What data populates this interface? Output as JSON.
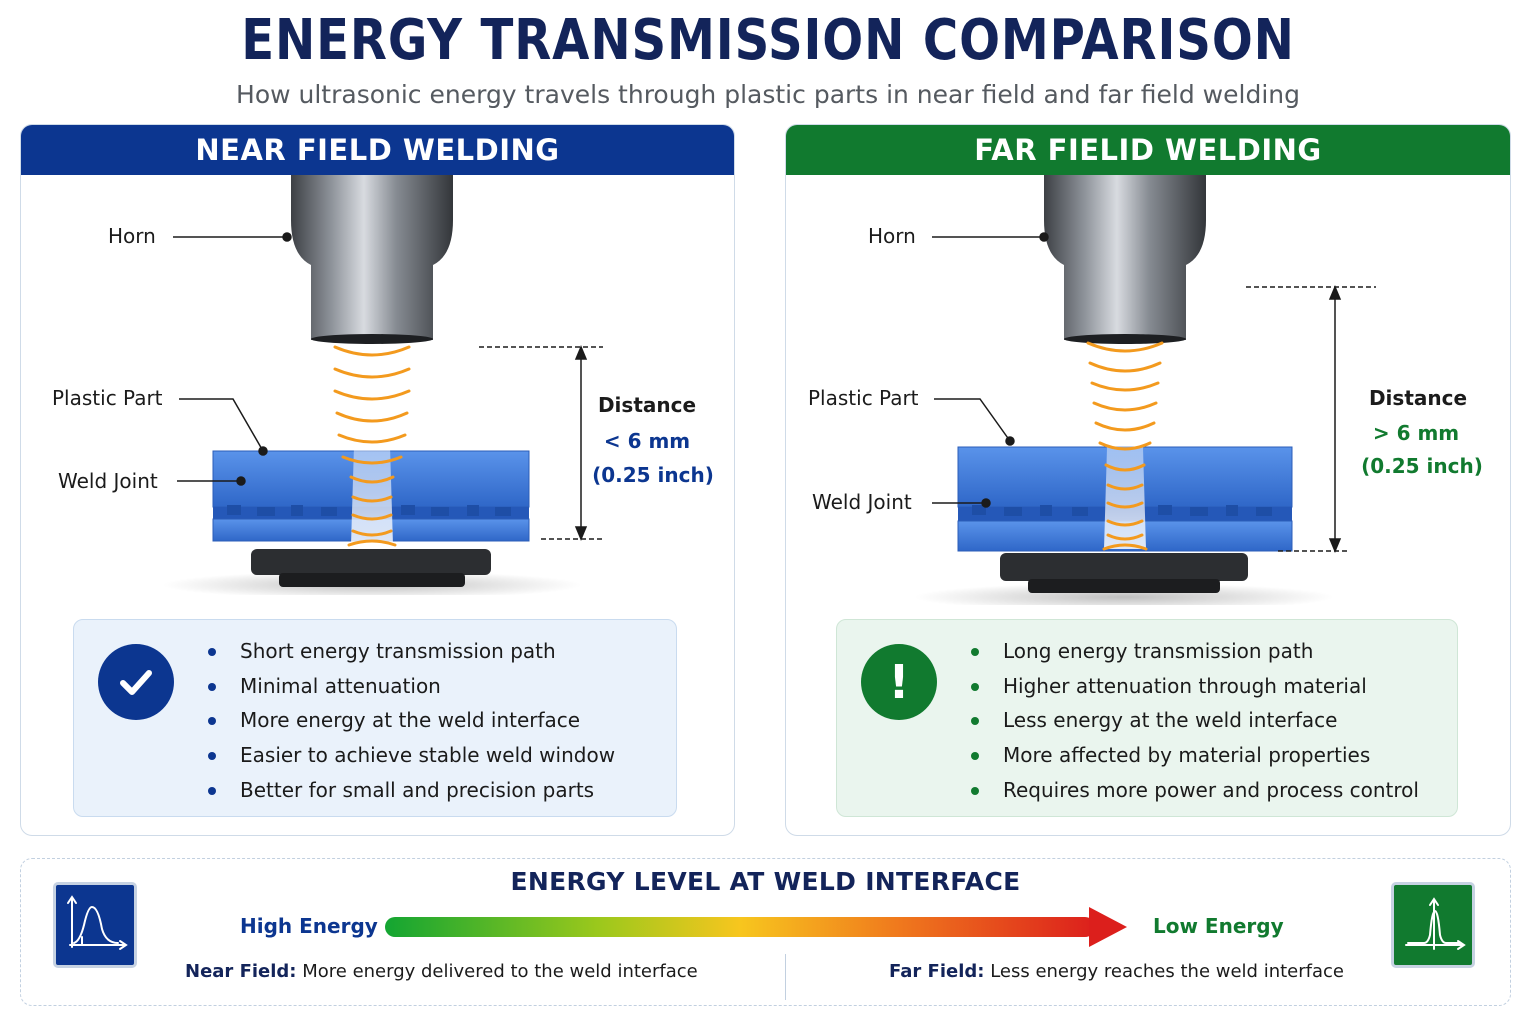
{
  "title": "ENERGY TRANSMISSION COMPARISON",
  "subtitle": "How ultrasonic energy travels through plastic parts in near field and far field welding",
  "near": {
    "header": "NEAR FIELD WELDING",
    "horn_label": "Horn",
    "plastic_label": "Plastic Part",
    "weld_label": "Weld Joint",
    "distance_title": "Distance",
    "distance_value": "< 6 mm",
    "distance_inch": "(0.25 inch)",
    "bullets": [
      "Short energy transmission path",
      "Minimal attenuation",
      "More energy at the weld interface",
      "Easier to achieve stable weld window",
      "Better for small and precision parts"
    ],
    "badge_icon": "checkmark-icon"
  },
  "far": {
    "header": "FAR FIELID WELDING",
    "horn_label": "Horn",
    "plastic_label": "Plastic Part",
    "weld_label": "Weld Joint",
    "distance_title": "Distance",
    "distance_value": "> 6 mm",
    "distance_inch": "(0.25 inch)",
    "bullets": [
      "Long energy transmission path",
      "Higher attenuation through material",
      "Less energy at the weld interface",
      "More affected by material properties",
      "Requires more power and process control"
    ],
    "badge_icon": "exclamation-icon",
    "badge_text": "!"
  },
  "energy": {
    "title": "ENERGY LEVEL AT WELD INTERFACE",
    "high": "High Energy",
    "low": "Low Energy",
    "near_note_label": "Near Field:",
    "near_note_text": " More energy delivered to the weld interface",
    "far_note_label": "Far Field:",
    "far_note_text": " Less energy reaches the weld interface"
  },
  "colors": {
    "navy": "#0c3690",
    "green": "#117a2f",
    "title": "#13245a",
    "wave": "#f39a1e",
    "plastic": "#3a78d8"
  }
}
